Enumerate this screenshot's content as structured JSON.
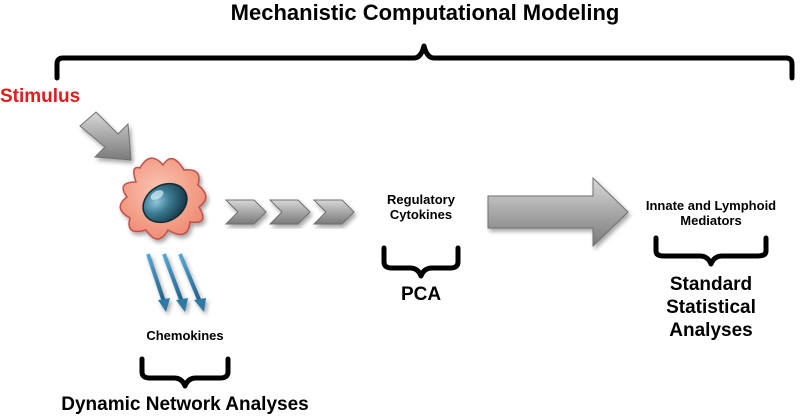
{
  "title": "Mechanistic Computational Modeling",
  "stimulus": "Stimulus",
  "regulatory_cytokines": "Regulatory\nCytokines",
  "pca": "PCA",
  "innate_lymphoid": "Innate and Lymphoid\nMediators",
  "standard_stats": "Standard\nStatistical\nAnalyses",
  "chemokines": "Chemokines",
  "dynamic_network": "Dynamic Network Analyses",
  "colors": {
    "stimulus_text": "#e21b1b",
    "cell_body": "#f4a08a",
    "cell_outline": "#c0504d",
    "nucleus": "#2f5f73",
    "arrow_gray": "#9a9a9a",
    "blue_arrows": "#2e7aa6"
  },
  "icons": [
    "cell-icon",
    "nucleus-icon",
    "stimulus-arrow-icon",
    "chevron-arrow-icon",
    "big-right-arrow-icon",
    "chemokine-arrow-icon",
    "brace-icon"
  ]
}
